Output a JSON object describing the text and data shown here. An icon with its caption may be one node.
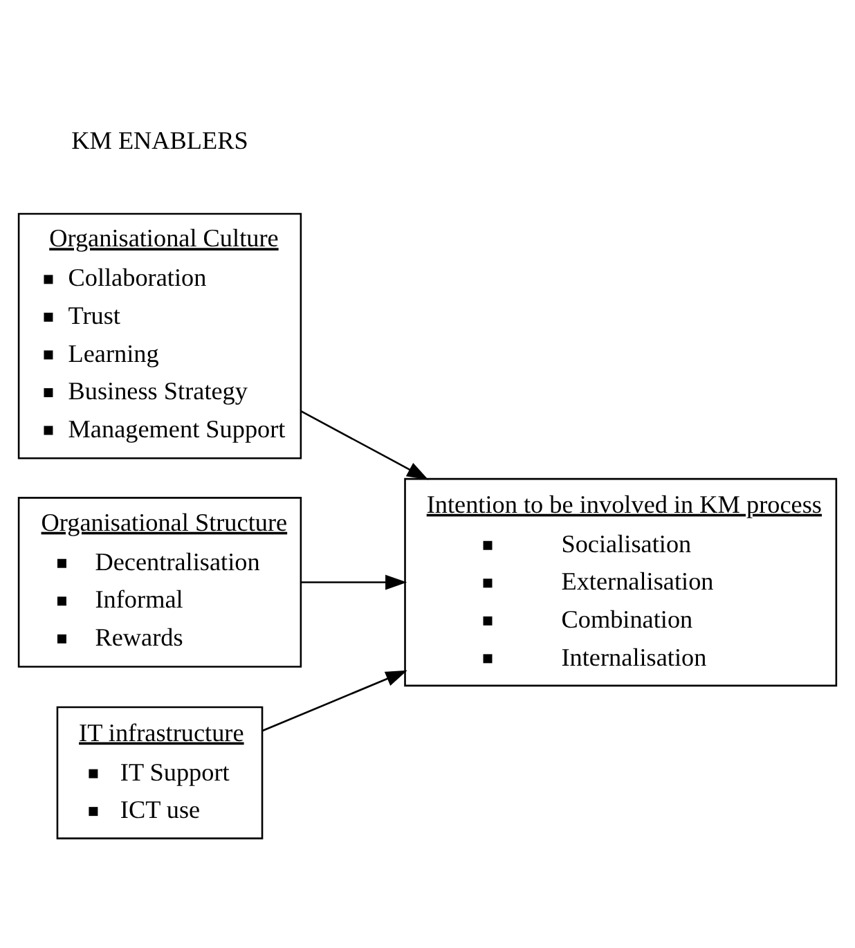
{
  "diagram": {
    "nodes": [
      {
        "text": [
          "Organisational Culture",
          "Collaboration",
          "Trust",
          "Learning",
          "Business Strategy",
          "Management Support"
        ]
      },
      {
        "text": [
          "Organisational Structure",
          "Decentralisation",
          "Informal",
          "Rewards"
        ]
      },
      {
        "text": [
          "IT infrastructure",
          "IT Support",
          "ICT use"
        ]
      },
      {
        "text": [
          "Intention to be involved in KM process",
          "Socialisation",
          "Externalisation",
          "Combination",
          "Internalisation"
        ]
      }
    ],
    "edges": [
      {
        "from": 0,
        "to": 3,
        "arrow": "to"
      },
      {
        "from": 1,
        "to": 3,
        "arrow": "to"
      },
      {
        "from": 2,
        "to": 3,
        "arrow": "to"
      }
    ],
    "labels": [
      "KM ENABLERS"
    ]
  }
}
